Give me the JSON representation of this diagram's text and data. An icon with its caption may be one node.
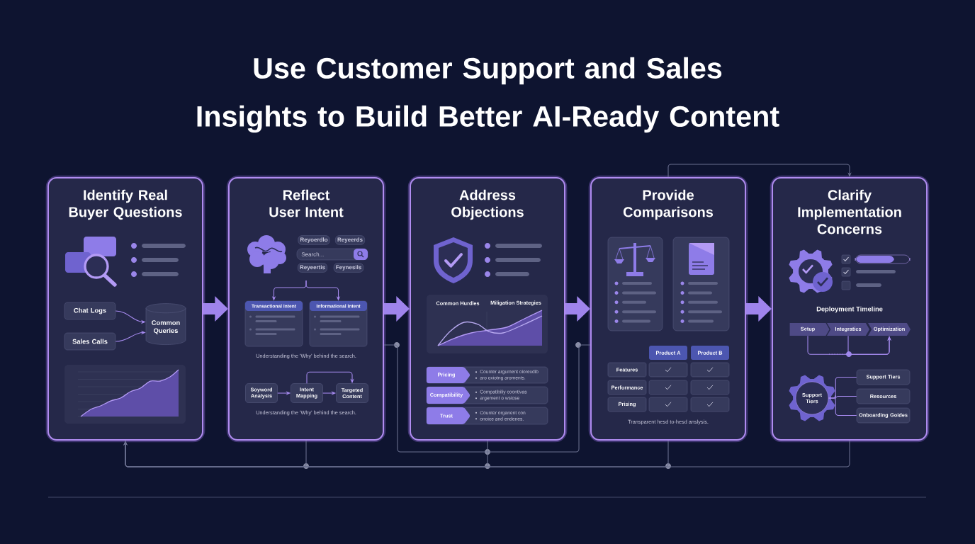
{
  "diagram": {
    "title": "Use Customer Support and Sales Insights to Build Better AI-Ready Content",
    "nodes": [
      {
        "text": [
          "Identify Real Buyer Questions"
        ]
      },
      {
        "text": [
          "Chat Logs"
        ],
        "in": 0
      },
      {
        "text": [
          "Sales Calls"
        ],
        "in": 0
      },
      {
        "text": [
          "Common Queries"
        ],
        "in": 0
      },
      {
        "text": [
          "Reflect User Intent"
        ]
      },
      {
        "text": [
          "Transactional Intent"
        ],
        "in": 4
      },
      {
        "text": [
          "Informational Intent"
        ],
        "in": 4
      },
      {
        "text": [
          "Soyword Analysis"
        ],
        "in": 4
      },
      {
        "text": [
          "Intent Mapping"
        ],
        "in": 4
      },
      {
        "text": [
          "Targeted Content"
        ],
        "in": 4
      },
      {
        "text": [
          "Address Objections"
        ]
      },
      {
        "text": [
          "Pricing",
          "Counter argument oiorexdib",
          "aro oxiotng aroments."
        ],
        "in": 10
      },
      {
        "text": [
          "Compatibility",
          "Compatibiliy coontivas",
          "argement o wsiose"
        ],
        "in": 10
      },
      {
        "text": [
          "Trust",
          "Counter organent con",
          "onoice and endenes."
        ],
        "in": 10
      },
      {
        "text": [
          "Provide Comparisons"
        ]
      },
      {
        "text": [
          "Clarify Implementation Concerns"
        ]
      },
      {
        "text": [
          "Setup"
        ],
        "in": 15
      },
      {
        "text": [
          "Integratics"
        ],
        "in": 15
      },
      {
        "text": [
          "Optimization"
        ],
        "in": 15
      },
      {
        "text": [
          "Support Tiers"
        ],
        "in": 15
      },
      {
        "text": [
          "Support Tiers"
        ],
        "in": 15
      },
      {
        "text": [
          "Resources"
        ],
        "in": 15
      },
      {
        "text": [
          "Onboarding Goides"
        ],
        "in": 15
      }
    ],
    "edges": [
      {
        "from": 1,
        "to": 3,
        "arrow": "to"
      },
      {
        "from": 2,
        "to": 3,
        "arrow": "to"
      },
      {
        "from": 0,
        "to": 4,
        "arrow": "to",
        "style": "thick"
      },
      {
        "from": 4,
        "to": 10,
        "arrow": "to",
        "style": "thick"
      },
      {
        "from": 10,
        "to": 14,
        "arrow": "to",
        "style": "thick"
      },
      {
        "from": 14,
        "to": 15,
        "arrow": "to",
        "style": "thick"
      },
      {
        "from": 14,
        "to": 15,
        "arrow": "to",
        "color": "#6b7090"
      },
      {
        "from": null,
        "to": 5,
        "arrow": "to"
      },
      {
        "from": null,
        "to": 6,
        "arrow": "to"
      },
      {
        "from": 7,
        "to": 8,
        "arrow": "to"
      },
      {
        "from": 8,
        "to": 9,
        "arrow": "to"
      },
      {
        "from": 8,
        "to": 9,
        "arrow": "to"
      },
      {
        "from": 4,
        "to": 14,
        "arrow": "none",
        "color": "#6b7090"
      },
      {
        "from": 16,
        "to": 18,
        "arrow": "to"
      },
      {
        "from": 17,
        "to": 18,
        "arrow": "to"
      },
      {
        "from": 19,
        "to": 20,
        "arrow": "none"
      },
      {
        "from": 19,
        "to": 21,
        "arrow": "none"
      },
      {
        "from": 19,
        "to": 22,
        "arrow": "none"
      },
      {
        "from": 4,
        "to": 0,
        "arrow": "to",
        "color": "#6b7090"
      },
      {
        "from": 10,
        "to": 0,
        "arrow": "to",
        "color": "#6b7090"
      },
      {
        "from": 14,
        "to": 0,
        "arrow": "to",
        "color": "#6b7090"
      },
      {
        "from": 15,
        "to": 0,
        "arrow": "to",
        "color": "#6b7090"
      }
    ],
    "labels": [
      "Reyoerdlo",
      "Reyeerds",
      "Search...",
      "Reyeertis",
      "Feynesils",
      "Understanding the 'Why' behind the search.",
      "Understanding the 'Why' behind the search.",
      "Common Hurdles",
      "Miligation Strategies",
      "Product A",
      "Product B",
      "Features",
      "Performance",
      "Prising",
      "Transparent hesd to-hesd anslysis.",
      "Deployment Timeline"
    ]
  }
}
